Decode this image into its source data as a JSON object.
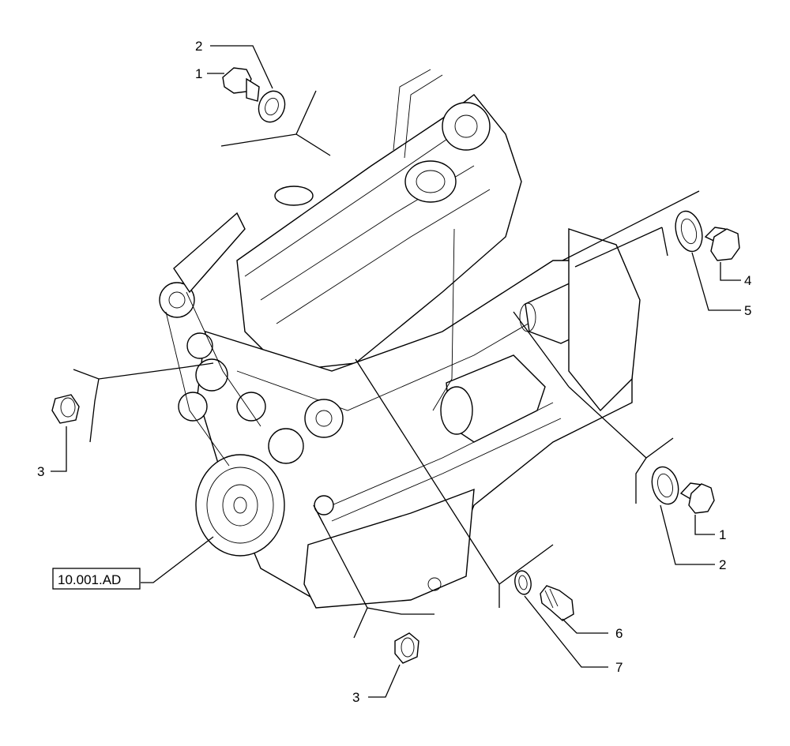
{
  "reference_box": {
    "label": "10.001.AD"
  },
  "callouts": [
    {
      "id": "c1-top",
      "label": "1"
    },
    {
      "id": "c2-top",
      "label": "2"
    },
    {
      "id": "c3-left",
      "label": "3"
    },
    {
      "id": "c4-right",
      "label": "4"
    },
    {
      "id": "c5-right",
      "label": "5"
    },
    {
      "id": "c1-right",
      "label": "1"
    },
    {
      "id": "c2-right",
      "label": "2"
    },
    {
      "id": "c6-bottom",
      "label": "6"
    },
    {
      "id": "c7-bottom",
      "label": "7"
    },
    {
      "id": "c3-bottom",
      "label": "3"
    }
  ]
}
